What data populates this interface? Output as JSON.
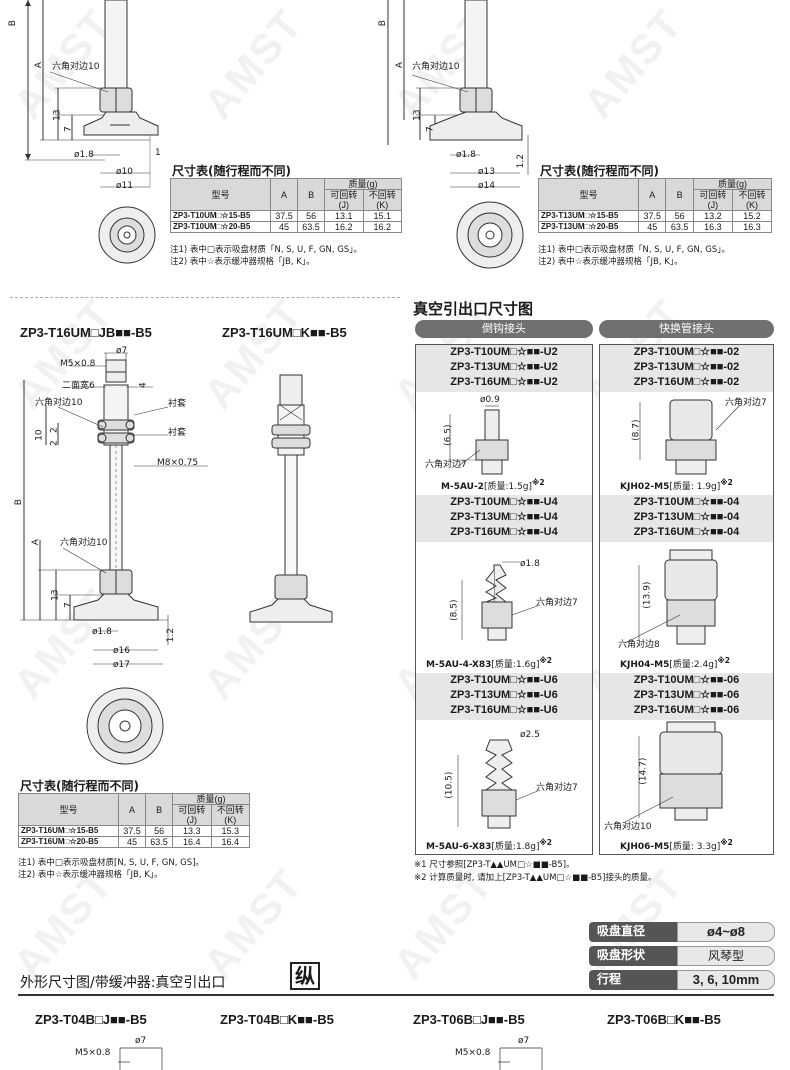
{
  "watermark": "AMST",
  "top_left": {
    "hex_label": "六角对边10",
    "dims": {
      "A": "A",
      "B": "B",
      "d13": "13",
      "d7": "7",
      "d1": "1",
      "phi18": "ø1.8",
      "phi10": "ø10",
      "phi11": "ø11"
    },
    "table_title": "尺寸表(随行程而不同)",
    "headers": {
      "model": "型号",
      "A": "A",
      "B": "B",
      "mass": "质量(g)",
      "rot": "可回转",
      "rot_sub": "(J)",
      "norot": "不回转",
      "norot_sub": "(K)"
    },
    "rows": [
      {
        "model": "ZP3-T10UM□☆15-B5",
        "A": "37.5",
        "B": "56",
        "J": "13.1",
        "K": "15.1"
      },
      {
        "model": "ZP3-T10UM□☆20-B5",
        "A": "45",
        "B": "63.5",
        "J": "16.2",
        "K": "16.2"
      }
    ],
    "notes": [
      "注1) 表中□表示吸盘材质「N, S, U, F, GN, GS」。",
      "注2) 表中☆表示缓冲器规格「JB, K」。"
    ]
  },
  "top_right": {
    "hex_label": "六角对边10",
    "dims": {
      "A": "A",
      "B": "B",
      "d13": "13",
      "d7": "7",
      "d12": "1.2",
      "phi18": "ø1.8",
      "phi13": "ø13",
      "phi14": "ø14"
    },
    "table_title": "尺寸表(随行程而不同)",
    "headers": {
      "model": "型号",
      "A": "A",
      "B": "B",
      "mass": "质量(g)",
      "rot": "可回转",
      "rot_sub": "(J)",
      "norot": "不回转",
      "norot_sub": "(K)"
    },
    "rows": [
      {
        "model": "ZP3-T13UM□☆15-B5",
        "A": "37.5",
        "B": "56",
        "J": "13.2",
        "K": "15.2"
      },
      {
        "model": "ZP3-T13UM□☆20-B5",
        "A": "45",
        "B": "63.5",
        "J": "16.3",
        "K": "16.3"
      }
    ],
    "notes": [
      "注1) 表中□表示吸盘材质「N, S, U, F, GN, GS」。",
      "注2) 表中☆表示缓冲器规格「JB, K」。"
    ]
  },
  "mid_left": {
    "title_jb": "ZP3-T16UM□JB■■-B5",
    "title_k": "ZP3-T16UM□K■■-B5",
    "labels": {
      "m5": "M5×0.8",
      "phi7": "ø7",
      "two_face": "二面宽6",
      "d4": "4",
      "hex10a": "六角对边10",
      "liner1": "衬套",
      "liner2": "衬套",
      "d10": "10",
      "d2a": "2",
      "d2b": "2",
      "m8": "M8×0.75",
      "B": "B",
      "A": "A",
      "hex10b": "六角对边10",
      "d13": "13",
      "d7": "7",
      "d12": "1.2",
      "phi18": "ø1.8",
      "phi16": "ø16",
      "phi17": "ø17"
    },
    "table_title": "尺寸表(随行程而不同)",
    "headers": {
      "model": "型号",
      "A": "A",
      "B": "B",
      "mass": "质量(g)",
      "rot": "可回转",
      "rot_sub": "(J)",
      "norot": "不回转",
      "norot_sub": "(K)"
    },
    "rows": [
      {
        "model": "ZP3-T16UM□☆15-B5",
        "A": "37.5",
        "B": "56",
        "J": "13.3",
        "K": "15.3"
      },
      {
        "model": "ZP3-T16UM□☆20-B5",
        "A": "45",
        "B": "63.5",
        "J": "16.4",
        "K": "16.4"
      }
    ],
    "notes": [
      "注1) 表中□表示吸盘材质[N, S, U, F, GN, GS]。",
      "注2) 表中☆表示缓冲器规格「JB, K」。"
    ]
  },
  "vacuum": {
    "title": "真空引出口尺寸图",
    "col1": "倒钩接头",
    "col2": "快换管接头",
    "barb": [
      {
        "models": [
          "ZP3-T10UM□☆■■-U2",
          "ZP3-T13UM□☆■■-U2",
          "ZP3-T16UM□☆■■-U2"
        ],
        "dim_phi": "ø0.9",
        "dim_h": "(6.5)",
        "hex": "六角对边7",
        "caption": "M-5AU-2",
        "mass": "[质量:1.5g]",
        "note": "※2"
      },
      {
        "models": [
          "ZP3-T10UM□☆■■-U4",
          "ZP3-T13UM□☆■■-U4",
          "ZP3-T16UM□☆■■-U4"
        ],
        "dim_phi": "ø1.8",
        "dim_h": "(8.5)",
        "hex": "六角对边7",
        "caption": "M-5AU-4-X83",
        "mass": "[质量:1.6g]",
        "note": "※2"
      },
      {
        "models": [
          "ZP3-T10UM□☆■■-U6",
          "ZP3-T13UM□☆■■-U6",
          "ZP3-T16UM□☆■■-U6"
        ],
        "dim_phi": "ø2.5",
        "dim_h": "(10.5)",
        "hex": "六角对边7",
        "caption": "M-5AU-6-X83",
        "mass": "[质量:1.8g]",
        "note": "※2"
      }
    ],
    "quick": [
      {
        "models": [
          "ZP3-T10UM□☆■■-02",
          "ZP3-T13UM□☆■■-02",
          "ZP3-T16UM□☆■■-02"
        ],
        "dim_h": "(8.7)",
        "hex": "六角对边7",
        "caption": "KJH02-M5",
        "mass": "[质量: 1.9g]",
        "note": "※2"
      },
      {
        "models": [
          "ZP3-T10UM□☆■■-04",
          "ZP3-T13UM□☆■■-04",
          "ZP3-T16UM□☆■■-04"
        ],
        "dim_h": "(13.9)",
        "hex": "六角对边8",
        "caption": "KJH04-M5",
        "mass": "[质量:2.4g]",
        "note": "※2"
      },
      {
        "models": [
          "ZP3-T10UM□☆■■-06",
          "ZP3-T13UM□☆■■-06",
          "ZP3-T16UM□☆■■-06"
        ],
        "dim_h": "(14.7)",
        "hex": "六角对边10",
        "caption": "KJH06-M5",
        "mass": "[质量: 3.3g]",
        "note": "※2"
      }
    ],
    "notes": [
      "※1 尺寸参照[ZP3-T▲▲UM□☆■■-B5]。",
      "※2 计算质量时, 请加上[ZP3-T▲▲UM□☆■■-B5]接头的质量。"
    ]
  },
  "specs": [
    {
      "label": "吸盘直径",
      "value": "ø4~ø8"
    },
    {
      "label": "吸盘形状",
      "value": "风琴型"
    },
    {
      "label": "行程",
      "value": "3, 6, 10mm"
    }
  ],
  "bottom": {
    "section_title": "外形尺寸图/带缓冲器:真空引出口",
    "section_badge": "纵",
    "models": [
      "ZP3-T04B□J■■-B5",
      "ZP3-T04B□K■■-B5",
      "ZP3-T06B□J■■-B5",
      "ZP3-T06B□K■■-B5"
    ],
    "labels": {
      "m5a": "M5×0.8",
      "phi7a": "ø7",
      "m5b": "M5×0.8",
      "phi7b": "ø7"
    }
  }
}
